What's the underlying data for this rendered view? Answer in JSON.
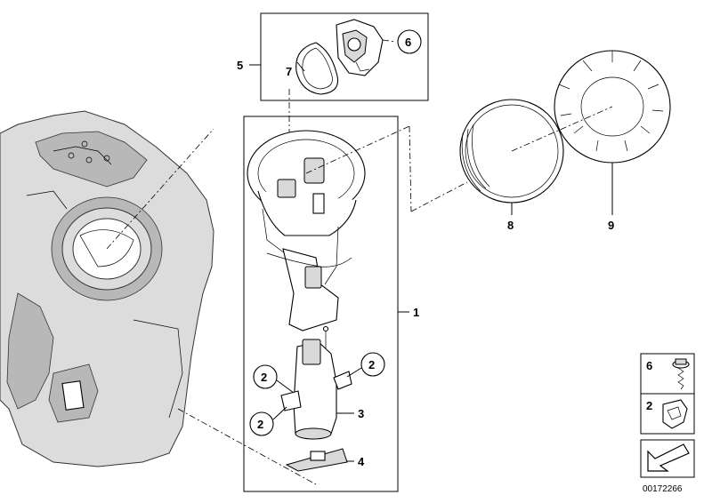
{
  "labels": {
    "n1": "1",
    "n2a": "2",
    "n2b": "2",
    "n2c": "2",
    "n3": "3",
    "n4": "4",
    "n5": "5",
    "n6": "6",
    "n7": "7",
    "n8": "8",
    "n9": "9"
  },
  "legend": {
    "item1": "6",
    "item2": "2"
  },
  "doc_number": "00172266",
  "icons": {
    "nav_arrow": "arrow-down-left-icon"
  }
}
